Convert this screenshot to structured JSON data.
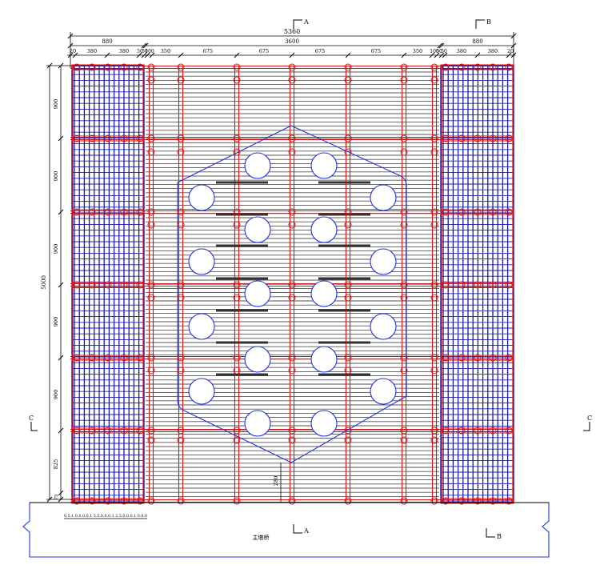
{
  "dimensions": {
    "overall_width": "5360",
    "bay_width_left": "880",
    "bay_width_right": "880",
    "center_width": "3600",
    "bottom_ruler": "0.5.1 0.0.0.0.1 5.5.0.0.0.1 2.5.0.0.0.1 0.0.0",
    "left_segments": [
      "20",
      "380",
      "380",
      "50",
      "50"
    ],
    "center_segments": [
      "100",
      "350",
      "675",
      "675",
      "675",
      "675",
      "350",
      "100"
    ],
    "right_segments": [
      "50",
      "50",
      "380",
      "380",
      "20"
    ],
    "overall_height": "5000",
    "vertical_segments": [
      "900",
      "900",
      "900",
      "900",
      "900",
      "825",
      "75"
    ],
    "gap_dim": "280"
  },
  "section_marks": {
    "a": "A",
    "b": "B",
    "c": "C"
  },
  "pier_label": "主墩桥",
  "colors": {
    "steel_blue": "#1a1aaa",
    "beam_red": "#dd1111",
    "plank_gray": "#555555",
    "pier_outline": "#2233dd",
    "line_black": "#000000"
  }
}
